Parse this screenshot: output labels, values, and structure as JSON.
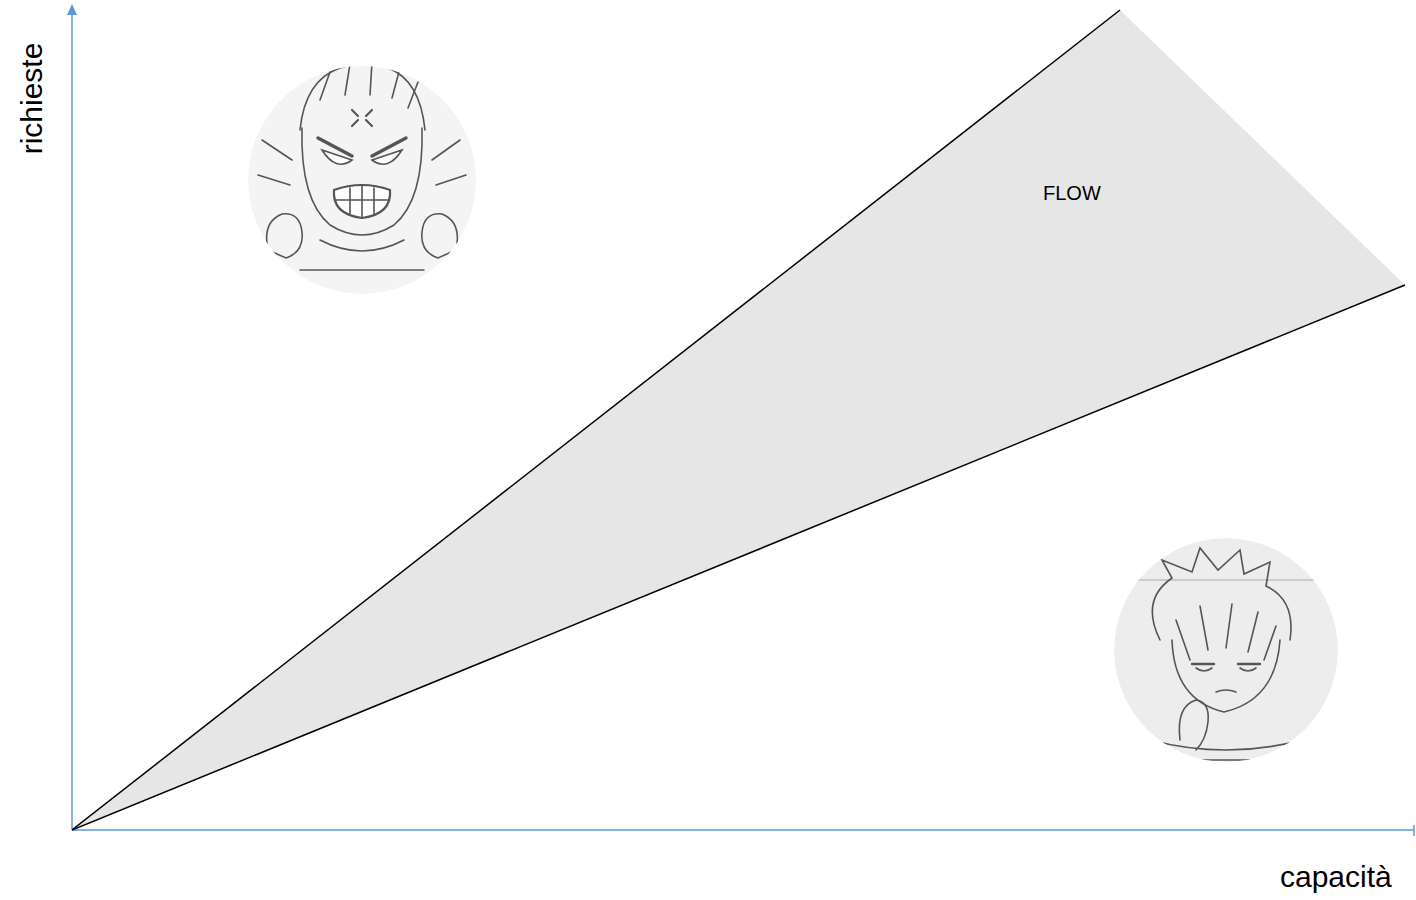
{
  "diagram": {
    "nodes": [
      {
        "text": [
          "FLOW"
        ]
      }
    ],
    "labels": [
      "richieste",
      "capacità"
    ]
  }
}
